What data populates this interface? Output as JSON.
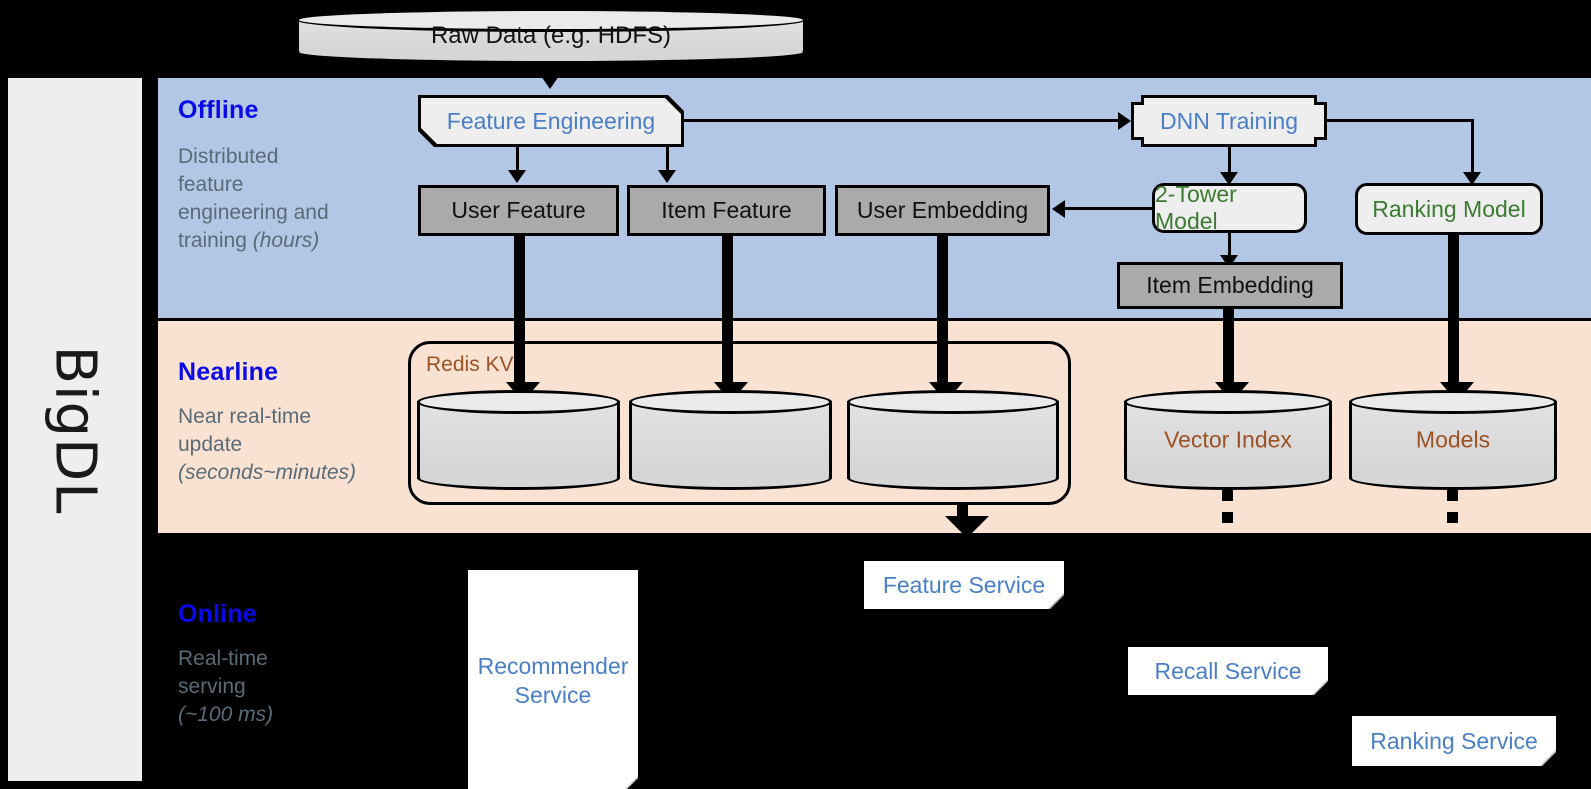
{
  "framework": {
    "name": "BigDL"
  },
  "top_source": {
    "label": "Raw Data (e.g. HDFS)"
  },
  "stages": [
    {
      "id": "offline",
      "title": "Offline",
      "description_line1": "Distributed",
      "description_line2": "feature",
      "description_line3": "engineering and",
      "description_line4": "training ",
      "description_emphasis": "(hours)",
      "band_color": "#b2c7e5"
    },
    {
      "id": "nearline",
      "title": "Nearline",
      "description_line1": "Near real-time",
      "description_line2": "update",
      "description_emphasis": "(seconds~minutes)",
      "band_color": "#fae2d2"
    },
    {
      "id": "online",
      "title": "Online",
      "description_line1": "Real-time",
      "description_line2": "serving",
      "description_emphasis": "(~100 ms)",
      "band_color": "#000000"
    }
  ],
  "offline": {
    "feature_engineering": "Feature Engineering",
    "dnn_training": "DNN Training",
    "user_feature": "User Feature",
    "item_feature": "Item Feature",
    "user_embedding": "User Embedding",
    "item_embedding": "Item Embedding",
    "two_tower_model": "2-Tower Model",
    "ranking_model": "Ranking Model"
  },
  "nearline": {
    "redis_kv": "Redis KV",
    "store_user_feature": "",
    "store_item_feature": "",
    "store_user_embedding": "",
    "vector_index": "Vector Index",
    "models": "Models"
  },
  "online": {
    "recommender_service": "Recommender Service",
    "feature_service": "Feature Service",
    "recall_service": "Recall Service",
    "ranking_service": "Ranking Service"
  },
  "colors": {
    "stage_title": "#0a0ae8",
    "stage_desc": "#5a6b78",
    "offline_band": "#b2c7e5",
    "nearline_band": "#fae2d2",
    "online_band": "#000000",
    "gray_box": "#aaaaaa",
    "model_box": "#eeeeee",
    "green_text": "#3d7a32",
    "blue_text": "#4a7fc8",
    "brown_text": "#9c5224",
    "rail": "#eeeeee"
  }
}
